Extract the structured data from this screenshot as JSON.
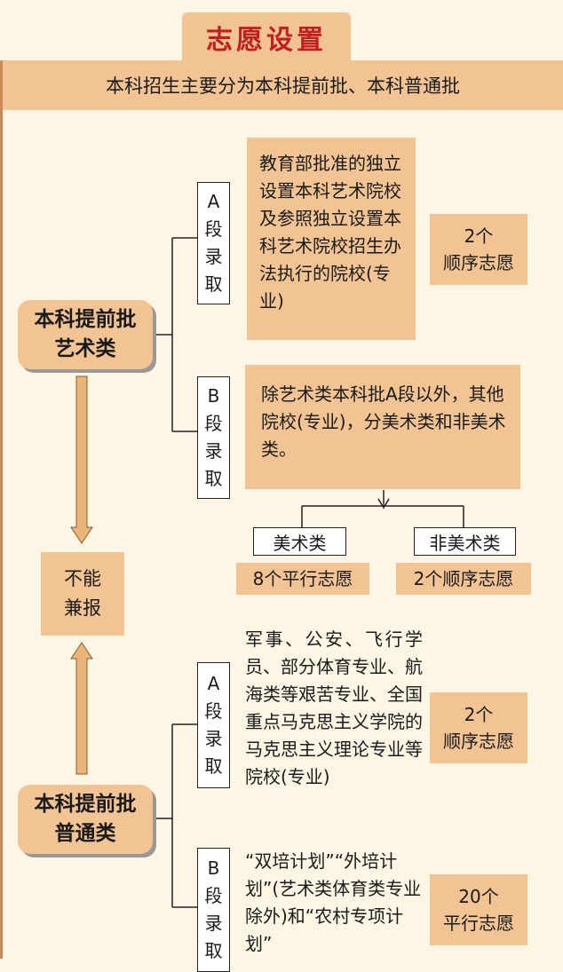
{
  "title": "志愿设置",
  "subtitle": "本科招生主要分为本科提前批、本科普通批",
  "categories": {
    "art": "本科提前批\n艺术类",
    "general": "本科提前批\n普通类"
  },
  "center_note": "不能\n兼报",
  "art_a": {
    "segment_label": "A段录取",
    "description": "教育部批准的独立设置本科艺术院校及参照独立设置本科艺术院校招生办法执行的院校(专业)",
    "quota": "2个\n顺序志愿"
  },
  "art_b": {
    "segment_label": "B段录取",
    "description": "除艺术类本科批A段以外，其他院校(专业)，分美术类和非美术类。",
    "branches": [
      {
        "label": "美术类",
        "quota": "8个平行志愿"
      },
      {
        "label": "非美术类",
        "quota": "2个顺序志愿"
      }
    ]
  },
  "gen_a": {
    "segment_label": "A段录取",
    "description": "军事、公安、飞行学员、部分体育专业、航海类等艰苦专业、全国重点马克思主义学院的马克思主义理论专业等院校(专业)",
    "quota": "2个\n顺序志愿"
  },
  "gen_b": {
    "segment_label": "B段录取",
    "description": "“双培计划”“外培计划”(艺术类体育类专业除外)和“农村专项计划”",
    "quota": "20个\n平行志愿"
  },
  "colors": {
    "tan": "#f2c493",
    "title_red": "#c21f1f",
    "line": "#222222",
    "arrow_fill": "#e9b47a"
  }
}
